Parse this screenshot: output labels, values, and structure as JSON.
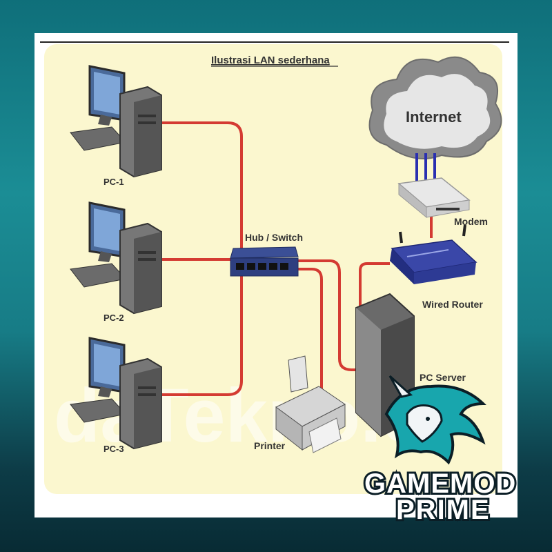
{
  "diagram": {
    "title": "Ilustrasi LAN sederhana",
    "watermark": "daTekno.c",
    "nodes": {
      "pc1": "PC-1",
      "pc2": "PC-2",
      "pc3": "PC-3",
      "hub": "Hub / Switch",
      "internet": "Internet",
      "modem": "Modem",
      "router": "Wired Router",
      "server": "PC Server",
      "printer": "Printer"
    },
    "colors": {
      "cable": "#d43b32",
      "internet_link": "#2a2fb0",
      "panel": "#fbf7cf",
      "frame": "#ffffff"
    }
  },
  "brand": {
    "line1": "GAMEMOD",
    "line2": "PRIME"
  }
}
